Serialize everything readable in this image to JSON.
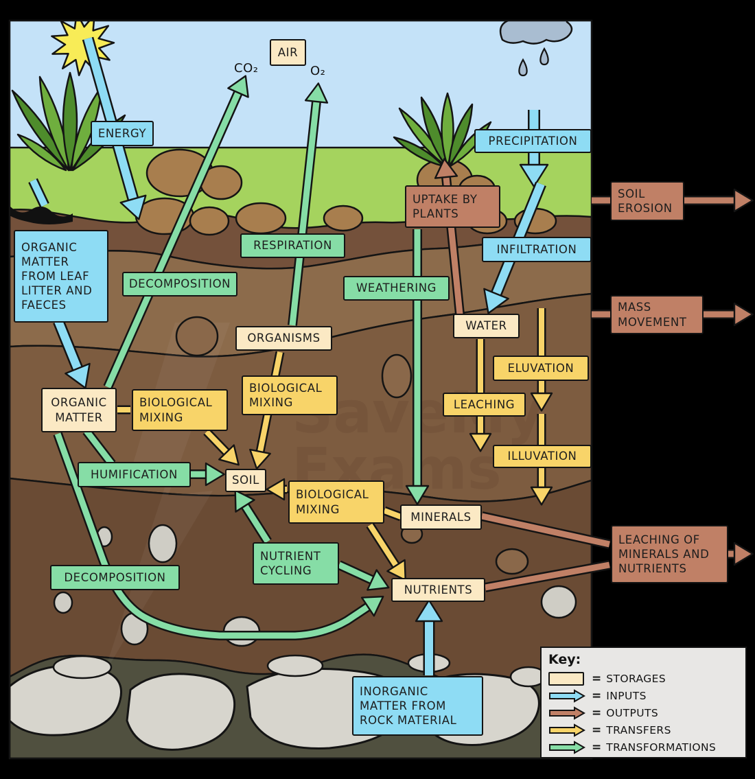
{
  "labels": {
    "air": "AIR",
    "co2": "CO₂",
    "o2": "O₂",
    "energy": "ENERGY",
    "precipitation": "PRECIPITATION",
    "organic_matter_leaf": "ORGANIC MATTER FROM LEAF LITTER AND FAECES",
    "uptake_by_plants": "UPTAKE BY PLANTS",
    "soil_erosion": "SOIL EROSION",
    "infiltration": "INFILTRATION",
    "respiration": "RESPIRATION",
    "decomposition": "DECOMPOSITION",
    "weathering": "WEATHERING",
    "mass_movement": "MASS MOVEMENT",
    "water": "WATER",
    "organisms": "ORGANISMS",
    "eluvation": "ELUVATION",
    "organic_matter": "ORGANIC MATTER",
    "biological_mixing": "BIOLOGICAL MIXING",
    "leaching": "LEACHING",
    "illuvation": "ILLUVATION",
    "humification": "HUMIFICATION",
    "soil": "SOIL",
    "minerals": "MINERALS",
    "leaching_of_minerals": "LEACHING OF MINERALS AND NUTRIENTS",
    "nutrient_cycling": "NUTRIENT CYCLING",
    "nutrients": "NUTRIENTS",
    "inorganic_matter": "INORGANIC MATTER FROM ROCK MATERIAL"
  },
  "key": {
    "title": "Key:",
    "equals": "=",
    "items": [
      {
        "type": "storage",
        "label": "STORAGES"
      },
      {
        "type": "input",
        "label": "INPUTS"
      },
      {
        "type": "output",
        "label": "OUTPUTS"
      },
      {
        "type": "transfer",
        "label": "TRANSFERS"
      },
      {
        "type": "transformation",
        "label": "TRANSFORMATIONS"
      }
    ]
  },
  "watermark": {
    "line1": "SaveMy",
    "line2": "Exams"
  },
  "colors": {
    "storage": "#fbe9c4",
    "input": "#8edcf4",
    "output": "#c08066",
    "transfer": "#f8d469",
    "transformation": "#86dda6",
    "text": "#1d1d1d",
    "sky": "#c4e2f8",
    "grass": "#a5d35e",
    "soil1": "#74513b",
    "soil2": "#8c6b4b",
    "soil3": "#7d5c40",
    "soil4": "#6a4b34",
    "bedrock": "#50503f",
    "boulder": "#d7d5cd",
    "stone_gray": "#cfcdc5",
    "stone_brown": "#8a684a",
    "rock_tan": "#a87e4e",
    "plant_dark": "#4e8c2c",
    "plant_light": "#6fae3e",
    "sun": "#f8ec57",
    "cloud": "#a9bdd1",
    "key_bg": "#e8e7e5",
    "watermark": "#2b1708"
  }
}
